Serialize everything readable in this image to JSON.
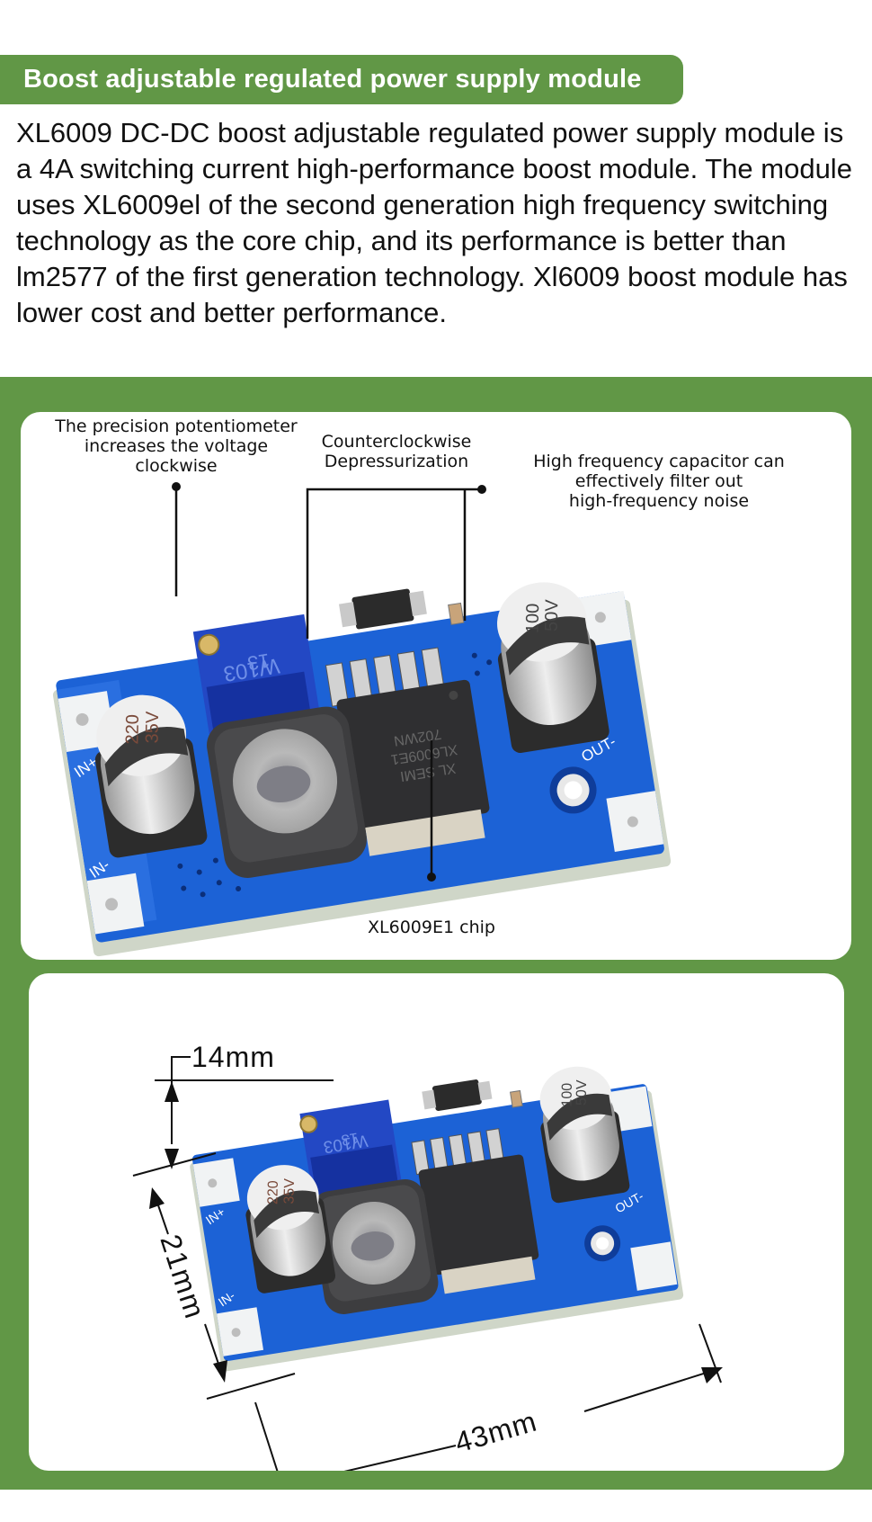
{
  "banner": {
    "title": "Boost adjustable regulated power supply module"
  },
  "intro": {
    "text": "XL6009 DC-DC boost adjustable regulated power supply module is a 4A switching current high-performance boost module. The module uses XL6009el of the second generation high frequency switching technology as the core chip, and its performance is better than lm2577 of the first generation technology. Xl6009 boost module has lower cost and better performance."
  },
  "colors": {
    "accent_green": "#619746",
    "pcb_blue": "#1f5fcf",
    "text": "#111111"
  },
  "panel_features": {
    "callouts": {
      "potentiometer": [
        "The precision potentiometer",
        "increases the voltage",
        "clockwise"
      ],
      "counterclockwise": [
        "Counterclockwise",
        "Depressurization"
      ],
      "capacitor": [
        "High frequency capacitor can",
        "effectively filter out",
        "high-frequency noise"
      ],
      "chip": "XL6009E1 chip"
    },
    "board_markings": {
      "pot": [
        "W103",
        "13"
      ],
      "cap_in": [
        "220",
        "35V"
      ],
      "cap_out": [
        "100",
        "50V"
      ],
      "in_plus": "IN+",
      "in_minus": "IN-",
      "out_minus": "OUT-",
      "chip": [
        "XL SEMI",
        "XL6009E1",
        "702WN"
      ]
    }
  },
  "panel_dimensions": {
    "height_label": "14mm",
    "width_label": "21mm",
    "length_label": "43mm",
    "board_markings": {
      "pot": [
        "W103",
        "13"
      ],
      "cap_in": [
        "220",
        "35V"
      ],
      "cap_out": [
        "100",
        "50V"
      ],
      "in_plus": "IN+",
      "in_minus": "IN-",
      "out_minus": "OUT-"
    }
  }
}
